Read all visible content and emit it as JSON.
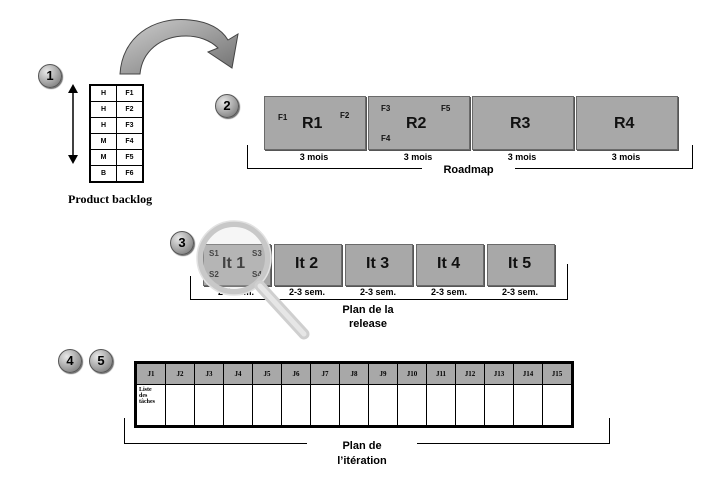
{
  "steps": [
    "1",
    "2",
    "3",
    "4",
    "5"
  ],
  "backlog": {
    "rows": [
      [
        "H",
        "F1"
      ],
      [
        "H",
        "F2"
      ],
      [
        "H",
        "F3"
      ],
      [
        "M",
        "F4"
      ],
      [
        "M",
        "F5"
      ],
      [
        "B",
        "F6"
      ]
    ],
    "caption": "Product backlog"
  },
  "roadmap": {
    "releases": [
      {
        "name": "R1",
        "labels": [
          "F1",
          "F2"
        ]
      },
      {
        "name": "R2",
        "labels": [
          "F3",
          "F5",
          "F4"
        ]
      },
      {
        "name": "R3",
        "labels": []
      },
      {
        "name": "R4",
        "labels": []
      }
    ],
    "duration": "3 mois",
    "caption": "Roadmap"
  },
  "release_plan": {
    "iterations": [
      {
        "name": "It 1",
        "labels": [
          "S1",
          "S3",
          "S2",
          "S4"
        ]
      },
      {
        "name": "It 2",
        "labels": []
      },
      {
        "name": "It 3",
        "labels": []
      },
      {
        "name": "It 4",
        "labels": []
      },
      {
        "name": "It 5",
        "labels": []
      }
    ],
    "duration": "2-3 sem.",
    "caption_line1": "Plan de la",
    "caption_line2": "release"
  },
  "iteration_plan": {
    "days": [
      "J1",
      "J2",
      "J3",
      "J4",
      "J5",
      "J6",
      "J7",
      "J8",
      "J9",
      "J10",
      "J11",
      "J12",
      "J13",
      "J14",
      "J15"
    ],
    "row_label_1": "Liste",
    "row_label_2": "des",
    "row_label_3": "tâches",
    "caption_line1": "Plan de",
    "caption_line2": "l’itération"
  },
  "colors": {
    "box_fill": "#a8a8a8",
    "arrow_fill": "#9a9a9a"
  }
}
